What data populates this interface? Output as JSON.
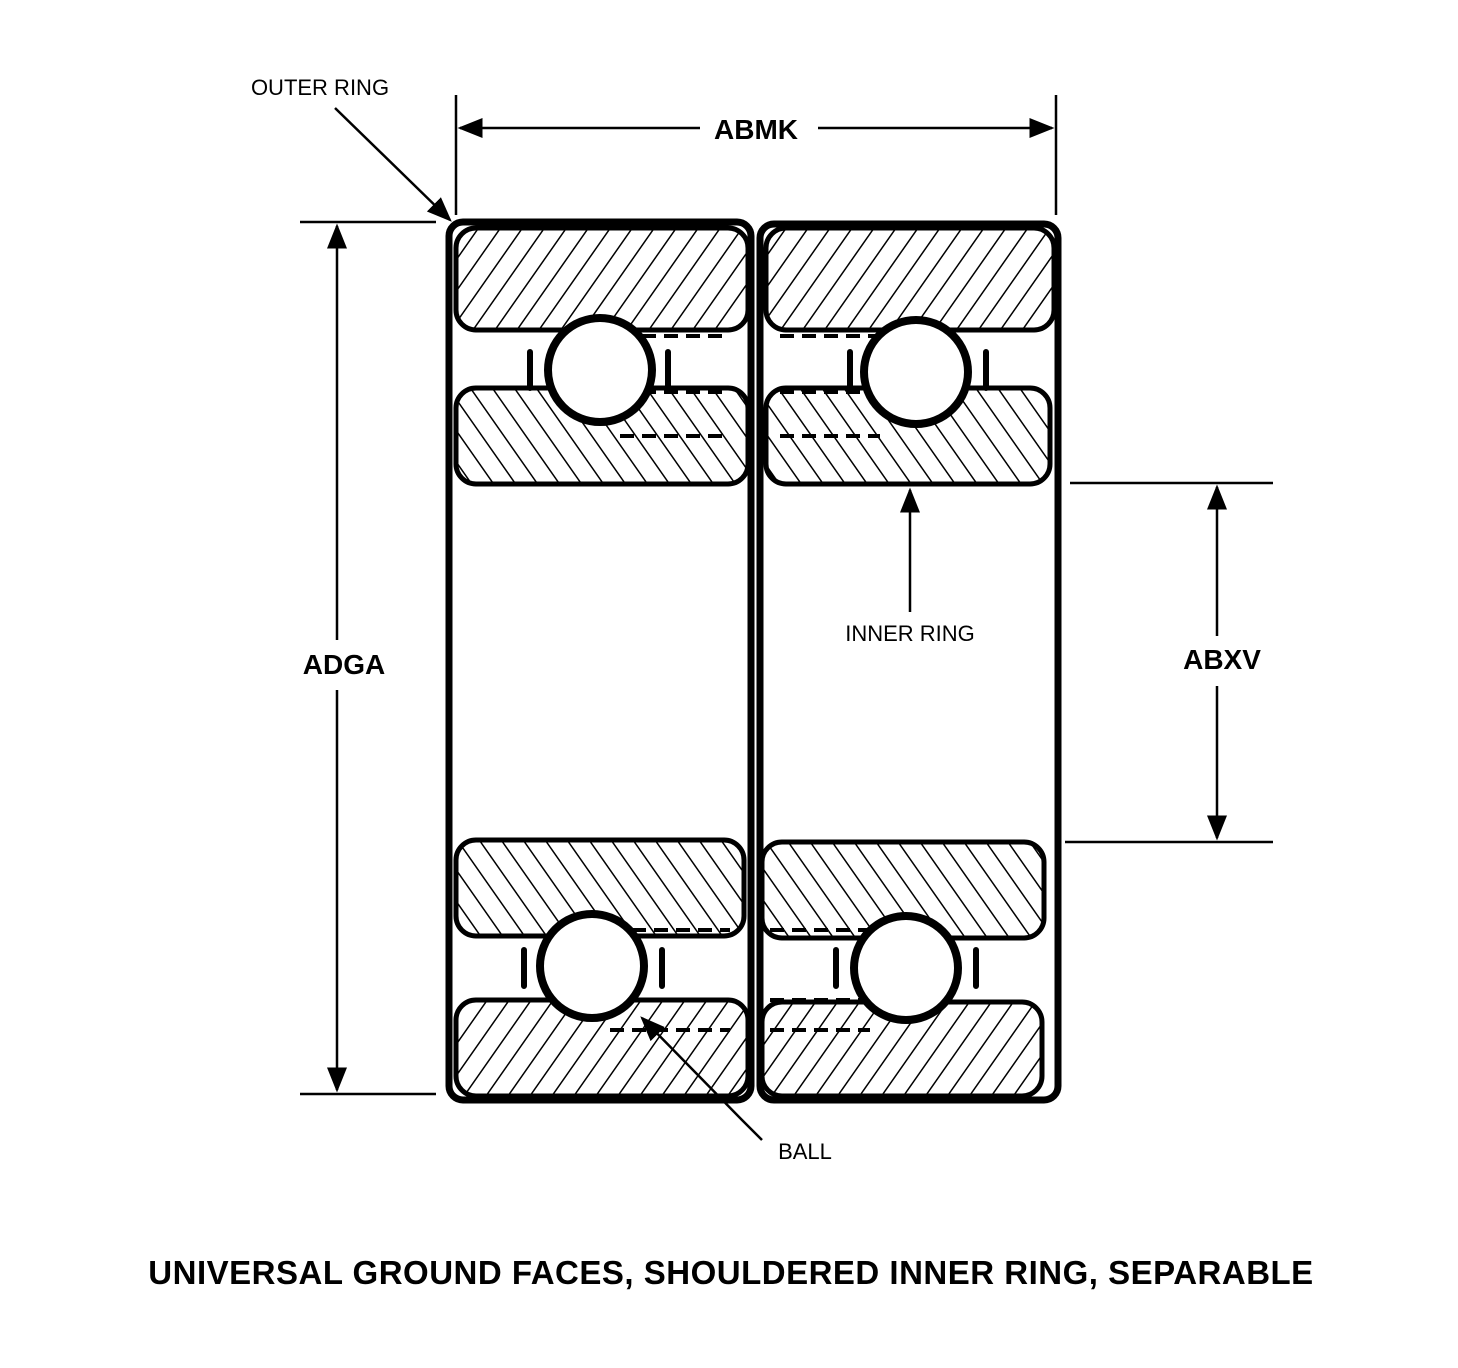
{
  "labels": {
    "outer_ring": "OUTER RING",
    "inner_ring": "INNER RING",
    "ball": "BALL"
  },
  "dimensions": {
    "width": "ABMK",
    "outer_diameter": "ADGA",
    "bore_diameter": "ABXV"
  },
  "caption": "UNIVERSAL GROUND FACES, SHOULDERED INNER RING, SEPARABLE"
}
